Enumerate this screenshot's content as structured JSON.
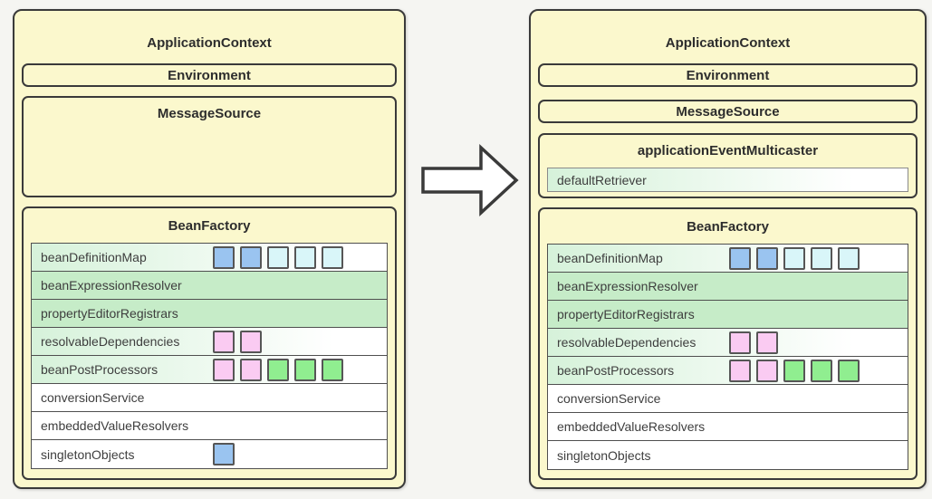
{
  "colors": {
    "panel_fill": "#fbf8cd",
    "panel_border": "#3a3a3a",
    "row_border": "#4f4f4f",
    "row_green": "#c6ecc8",
    "row_gradient_start": "#d6f2da",
    "row_white": "#ffffff",
    "blue": "#9ac4f0",
    "cyan": "#d9f6f9",
    "pink": "#facbf2",
    "green": "#90ee90",
    "square_border": "#565656",
    "arrow_fill": "#ffffff",
    "arrow_stroke": "#3a3a3a"
  },
  "left_panel": {
    "title": "ApplicationContext",
    "environment": {
      "label": "Environment"
    },
    "message_source": {
      "label": "MessageSource"
    },
    "bean_factory": {
      "title": "BeanFactory",
      "rows": [
        {
          "label": "beanDefinitionMap",
          "bg": "gradient",
          "squares": [
            "blue",
            "blue",
            "cyan",
            "cyan",
            "cyan"
          ]
        },
        {
          "label": "beanExpressionResolver",
          "bg": "green",
          "squares": []
        },
        {
          "label": "propertyEditorRegistrars",
          "bg": "green",
          "squares": []
        },
        {
          "label": "resolvableDependencies",
          "bg": "gradient",
          "squares": [
            "pink",
            "pink"
          ]
        },
        {
          "label": "beanPostProcessors",
          "bg": "gradient",
          "squares": [
            "pink",
            "pink",
            "green",
            "green",
            "green"
          ]
        },
        {
          "label": "conversionService",
          "bg": "white",
          "squares": []
        },
        {
          "label": "embeddedValueResolvers",
          "bg": "white",
          "squares": []
        },
        {
          "label": "singletonObjects",
          "bg": "white",
          "squares": [
            "blue"
          ]
        }
      ]
    }
  },
  "right_panel": {
    "title": "ApplicationContext",
    "environment": {
      "label": "Environment"
    },
    "message_source": {
      "label": "MessageSource"
    },
    "event_multicaster": {
      "title": "applicationEventMulticaster",
      "row": {
        "label": "defaultRetriever",
        "bg": "gradient"
      }
    },
    "bean_factory": {
      "title": "BeanFactory",
      "rows": [
        {
          "label": "beanDefinitionMap",
          "bg": "gradient",
          "squares": [
            "blue",
            "blue",
            "cyan",
            "cyan",
            "cyan"
          ]
        },
        {
          "label": "beanExpressionResolver",
          "bg": "green",
          "squares": []
        },
        {
          "label": "propertyEditorRegistrars",
          "bg": "green",
          "squares": []
        },
        {
          "label": "resolvableDependencies",
          "bg": "gradient",
          "squares": [
            "pink",
            "pink"
          ]
        },
        {
          "label": "beanPostProcessors",
          "bg": "gradient",
          "squares": [
            "pink",
            "pink",
            "green",
            "green",
            "green"
          ]
        },
        {
          "label": "conversionService",
          "bg": "white",
          "squares": []
        },
        {
          "label": "embeddedValueResolvers",
          "bg": "white",
          "squares": []
        },
        {
          "label": "singletonObjects",
          "bg": "white",
          "squares": []
        }
      ]
    }
  },
  "arrow": {
    "direction": "right",
    "style": "outlined-block-arrow"
  }
}
